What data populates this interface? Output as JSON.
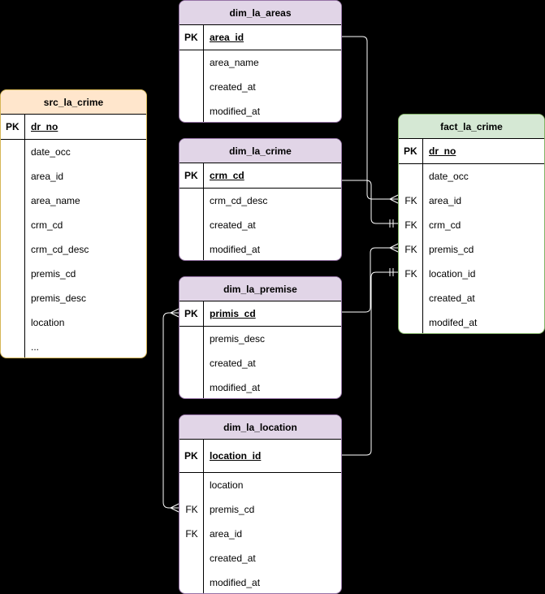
{
  "tables": {
    "src": {
      "title": "src_la_crime",
      "pk_key": "PK",
      "pk_name": "dr_no",
      "fields": [
        {
          "key": "",
          "name": "date_occ"
        },
        {
          "key": "",
          "name": "area_id"
        },
        {
          "key": "",
          "name": "area_name"
        },
        {
          "key": "",
          "name": "crm_cd"
        },
        {
          "key": "",
          "name": "crm_cd_desc"
        },
        {
          "key": "",
          "name": "premis_cd"
        },
        {
          "key": "",
          "name": "premis_desc"
        },
        {
          "key": "",
          "name": "location"
        },
        {
          "key": "",
          "name": "..."
        }
      ]
    },
    "areas": {
      "title": "dim_la_areas",
      "pk_key": "PK",
      "pk_name": "area_id",
      "fields": [
        {
          "key": "",
          "name": "area_name"
        },
        {
          "key": "",
          "name": "created_at"
        },
        {
          "key": "",
          "name": "modified_at"
        }
      ]
    },
    "crime": {
      "title": "dim_la_crime",
      "pk_key": "PK",
      "pk_name": "crm_cd",
      "fields": [
        {
          "key": "",
          "name": "crm_cd_desc"
        },
        {
          "key": "",
          "name": "created_at"
        },
        {
          "key": "",
          "name": "modified_at"
        }
      ]
    },
    "premise": {
      "title": "dim_la_premise",
      "pk_key": "PK",
      "pk_name": "primis_cd",
      "fields": [
        {
          "key": "",
          "name": "premis_desc"
        },
        {
          "key": "",
          "name": "created_at"
        },
        {
          "key": "",
          "name": "modified_at"
        }
      ]
    },
    "location": {
      "title": "dim_la_location",
      "pk_key": "PK",
      "pk_name": "location_id",
      "fields": [
        {
          "key": "",
          "name": "location"
        },
        {
          "key": "FK",
          "name": "premis_cd"
        },
        {
          "key": "FK",
          "name": "area_id"
        },
        {
          "key": "",
          "name": "created_at"
        },
        {
          "key": "",
          "name": "modified_at"
        }
      ]
    },
    "fact": {
      "title": "fact_la_crime",
      "pk_key": "PK",
      "pk_name": "dr_no",
      "fields": [
        {
          "key": "",
          "name": "date_occ"
        },
        {
          "key": "FK",
          "name": "area_id"
        },
        {
          "key": "FK",
          "name": "crm_cd"
        },
        {
          "key": "FK",
          "name": "premis_cd"
        },
        {
          "key": "FK",
          "name": "location_id"
        },
        {
          "key": "",
          "name": "created_at"
        },
        {
          "key": "",
          "name": "modifed_at"
        }
      ]
    }
  },
  "colors": {
    "dim_header": "#e1d5e7",
    "dim_border": "#9673a6",
    "src_header": "#ffe6cc",
    "src_border": "#d6b656",
    "fact_header": "#d5e8d4",
    "fact_border": "#82b366",
    "background": "#000000",
    "connector": "#ffffff"
  }
}
